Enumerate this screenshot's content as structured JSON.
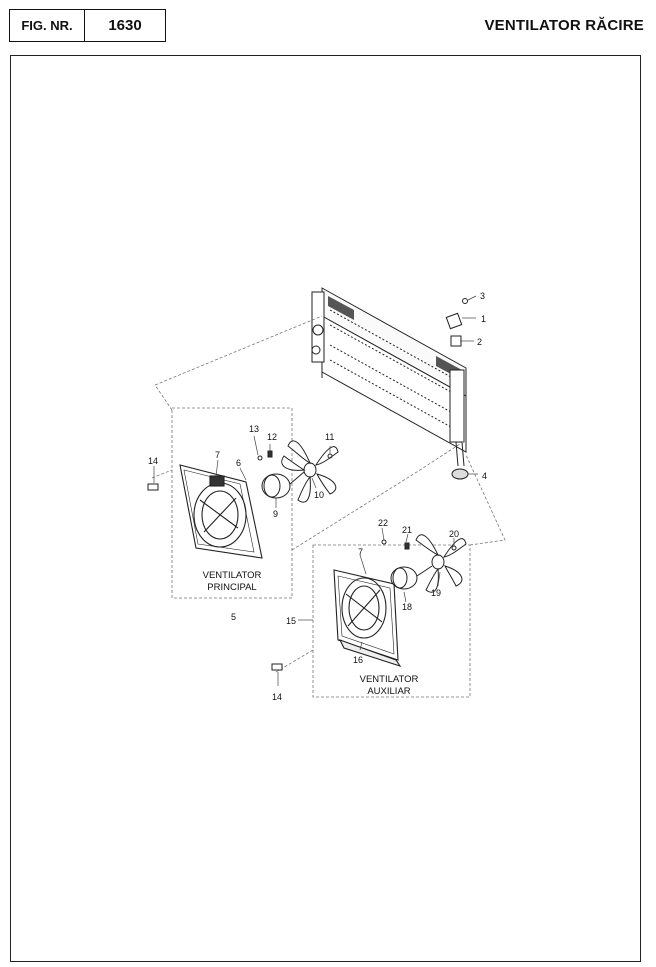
{
  "header": {
    "fig_label": "FIG. NR.",
    "fig_number": "1630",
    "title": "VENTILATOR RĂCIRE"
  },
  "groups": {
    "main_fan_line1": "VENTILATOR",
    "main_fan_line2": "PRINCIPAL",
    "aux_fan_line1": "VENTILATOR",
    "aux_fan_line2": "AUXILIAR"
  },
  "parts": {
    "p1": "1",
    "p2": "2",
    "p3": "3",
    "p4": "4",
    "p5": "5",
    "p6": "6",
    "p7a": "7",
    "p7b": "7",
    "p9": "9",
    "p10": "10",
    "p11": "11",
    "p12": "12",
    "p13": "13",
    "p14a": "14",
    "p14b": "14",
    "p15": "15",
    "p16": "16",
    "p18": "18",
    "p19": "19",
    "p20": "20",
    "p21": "21",
    "p22": "22"
  }
}
